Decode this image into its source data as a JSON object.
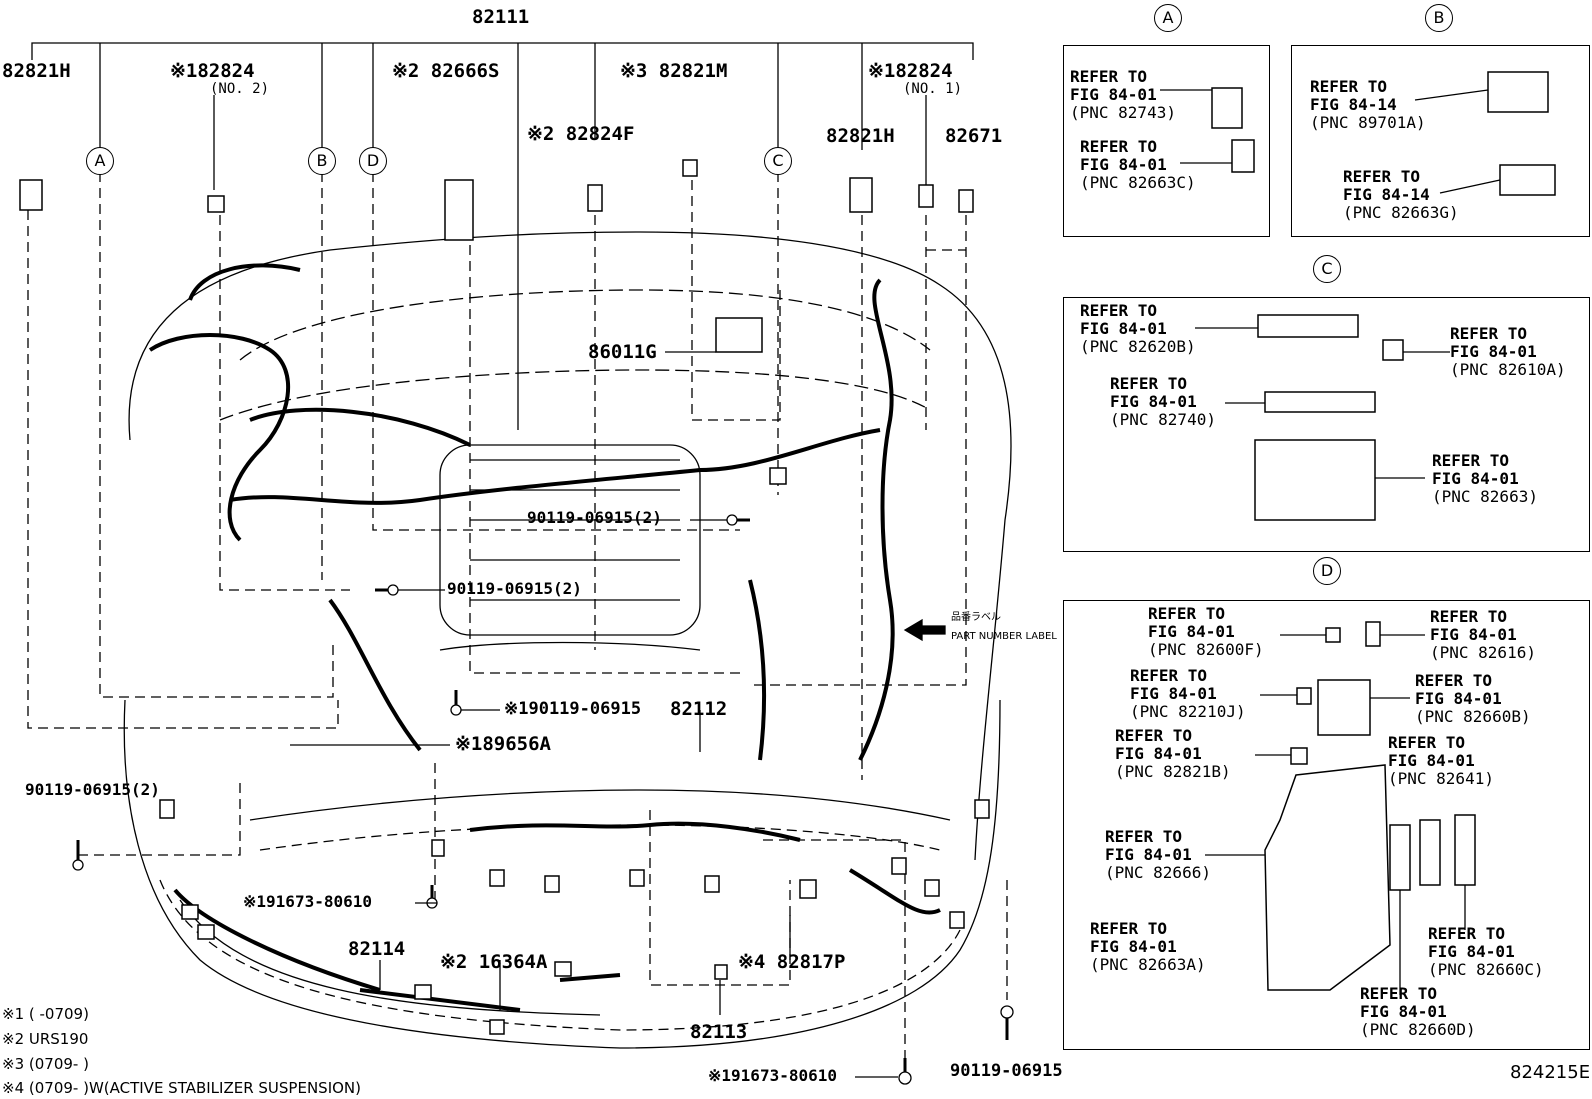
{
  "labels": {
    "top": "82111",
    "l1": "82821H",
    "l2": "※182824",
    "l2sub": "(NO. 2)",
    "l3": "※2 82666S",
    "l4": "※3 82821M",
    "l5": "※2 82824F",
    "l6": "※182824",
    "l6sub": "(NO. 1)",
    "l7": "82821H",
    "l8": "82671",
    "p86011G": "86011G",
    "bolt1": "90119-06915(2)",
    "bolt2": "90119-06915(2)",
    "bolt3": "※190119-06915",
    "p82112": "82112",
    "p89656A": "※189656A",
    "bolt4": "90119-06915(2)",
    "clip1": "※191673-80610",
    "p82114": "82114",
    "p16364A": "※2 16364A",
    "p82817P": "※4 82817P",
    "p82113": "82113",
    "clip2": "※191673-80610",
    "bolt5": "90119-06915",
    "pnl_jp": "品番ラベル",
    "pnl_en": "PART NUMBER LABEL",
    "sheet_id": "824215E"
  },
  "callouts": {
    "a": "A",
    "b": "B",
    "c": "C",
    "d": "D"
  },
  "notes": {
    "n1": "※1 (     -0709)",
    "n2": "※2 URS190",
    "n3": "※3 (0709-      )",
    "n4": "※4 (0709-      )W(ACTIVE STABILIZER SUSPENSION)"
  },
  "refer": "REFER TO",
  "refs": {
    "a1": {
      "fig": "FIG 84-01",
      "pnc": "(PNC 82743)"
    },
    "a2": {
      "fig": "FIG 84-01",
      "pnc": "(PNC 82663C)"
    },
    "b1": {
      "fig": "FIG 84-14",
      "pnc": "(PNC 89701A)"
    },
    "b2": {
      "fig": "FIG 84-14",
      "pnc": "(PNC 82663G)"
    },
    "c1": {
      "fig": "FIG 84-01",
      "pnc": "(PNC 82620B)"
    },
    "c2": {
      "fig": "FIG 84-01",
      "pnc": "(PNC 82610A)"
    },
    "c3": {
      "fig": "FIG 84-01",
      "pnc": "(PNC 82740)"
    },
    "c4": {
      "fig": "FIG 84-01",
      "pnc": "(PNC 82663)"
    },
    "d1": {
      "fig": "FIG 84-01",
      "pnc": "(PNC 82600F)"
    },
    "d2": {
      "fig": "FIG 84-01",
      "pnc": "(PNC 82616)"
    },
    "d3": {
      "fig": "FIG 84-01",
      "pnc": "(PNC 82210J)"
    },
    "d4": {
      "fig": "FIG 84-01",
      "pnc": "(PNC 82660B)"
    },
    "d5": {
      "fig": "FIG 84-01",
      "pnc": "(PNC 82821B)"
    },
    "d6": {
      "fig": "FIG 84-01",
      "pnc": "(PNC 82641)"
    },
    "d7": {
      "fig": "FIG 84-01",
      "pnc": "(PNC 82666)"
    },
    "d8": {
      "fig": "FIG 84-01",
      "pnc": "(PNC 82663A)"
    },
    "d9": {
      "fig": "FIG 84-01",
      "pnc": "(PNC 82660C)"
    },
    "d10": {
      "fig": "FIG 84-01",
      "pnc": "(PNC 82660D)"
    }
  }
}
